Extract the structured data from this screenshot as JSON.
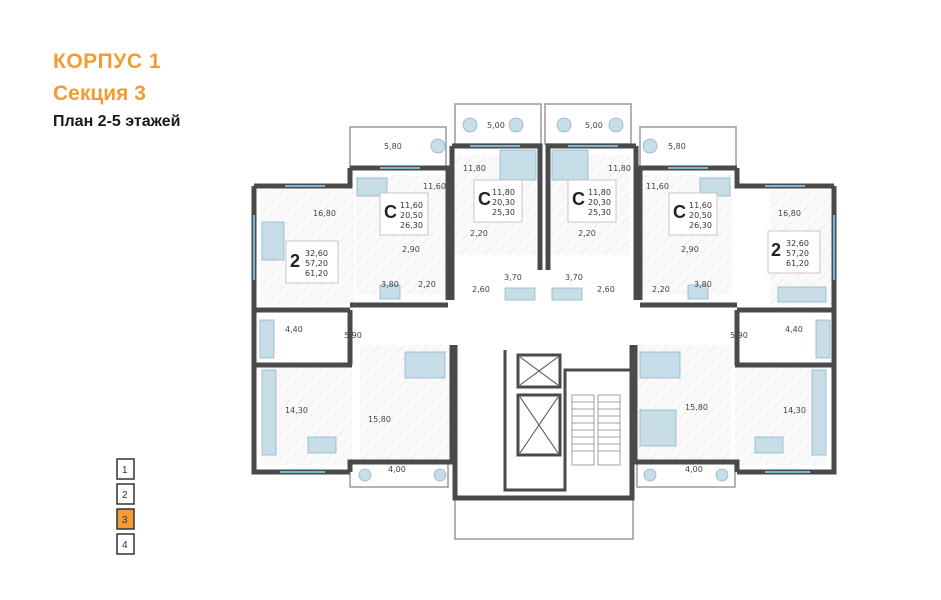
{
  "header": {
    "building": "КОРПУС 1",
    "section": "Секция 3",
    "plan": "План 2-5 этажей"
  },
  "colors": {
    "accent": "#f39c33",
    "wall": "#4a4a4a",
    "furniture": "#c7dde8",
    "floor_selected": "#f39c33"
  },
  "apartments": [
    {
      "id": "apt-left-2",
      "type": "2",
      "values": [
        "32,60",
        "57,20",
        "61,20"
      ]
    },
    {
      "id": "apt-left-studio-1",
      "type": "С",
      "values": [
        "11,60",
        "20,50",
        "26,30"
      ]
    },
    {
      "id": "apt-center-studio-left",
      "type": "С",
      "values": [
        "11,80",
        "20,30",
        "25,30"
      ]
    },
    {
      "id": "apt-center-studio-right",
      "type": "С",
      "values": [
        "11,80",
        "20,30",
        "25,30"
      ]
    },
    {
      "id": "apt-right-studio-1",
      "type": "С",
      "values": [
        "11,60",
        "20,50",
        "26,30"
      ]
    },
    {
      "id": "apt-right-2",
      "type": "2",
      "values": [
        "32,60",
        "57,20",
        "61,20"
      ]
    }
  ],
  "room_areas": [
    "5,80",
    "5,00",
    "5,00",
    "5,80",
    "11,80",
    "11,80",
    "11,60",
    "11,60",
    "16,80",
    "16,80",
    "2,90",
    "2,90",
    "2,20",
    "2,20",
    "3,80",
    "3,80",
    "2,20",
    "2,20",
    "2,60",
    "2,60",
    "3,70",
    "3,70",
    "4,40",
    "4,40",
    "5,90",
    "5,90",
    "14,30",
    "14,30",
    "15,80",
    "15,80",
    "4,00",
    "4,00"
  ],
  "floors": [
    "1",
    "2",
    "3",
    "4"
  ],
  "selected_floor": "3"
}
